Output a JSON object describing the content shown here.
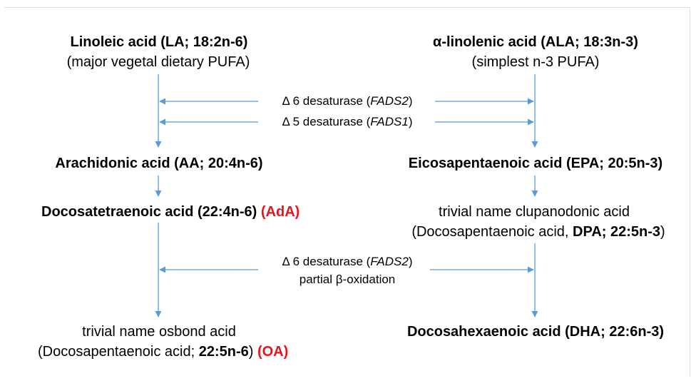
{
  "left": {
    "la_name": "Linoleic acid (LA; 18:2n-6)",
    "la_note": "(major vegetal dietary PUFA)",
    "aa_name": "Arachidonic acid (AA; 20:4n-6)",
    "ada_name": "Docosatetraenoic acid (22:4n-6)",
    "ada_abbr": "(AdA)",
    "oa_line1": "trivial name osbond acid",
    "oa_line2_prefix": "(Docosapentaenoic acid; ",
    "oa_line2_code": "22:5n-6",
    "oa_line2_close": ")",
    "oa_abbr": "(OA)"
  },
  "right": {
    "ala_name": "α-linolenic acid (ALA; 18:3n-3)",
    "ala_note": "(simplest n-3 PUFA)",
    "epa_name": "Eicosapentaenoic acid (EPA; 20:5n-3)",
    "dpa_line1": "trivial name clupanodonic acid",
    "dpa_line2_prefix": "(Docosapentaenoic acid, ",
    "dpa_line2_code": "DPA; 22:5n-3",
    "dpa_line2_close": ")",
    "dha_name": "Docosahexaenoic acid (DHA; 22:6n-3)"
  },
  "enzymes": {
    "d6_prefix": "Δ 6 desaturase (",
    "d6_gene": "FADS2",
    "d6_close": ")",
    "d5_prefix": "Δ 5 desaturase (",
    "d5_gene": "FADS1",
    "d5_close": ")",
    "d6b_prefix": "Δ 6 desaturase (",
    "d6b_gene": "FADS2",
    "d6b_close": ")",
    "beta_ox": "partial β-oxidation"
  },
  "colors": {
    "arrow": "#5b9bd5",
    "highlight": "#e8141b"
  }
}
